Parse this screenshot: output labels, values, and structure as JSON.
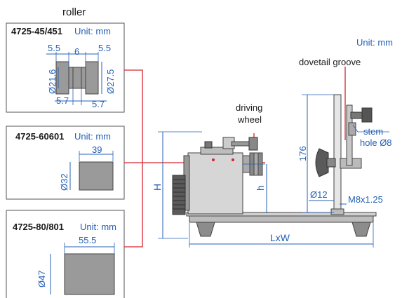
{
  "roller_title": "roller",
  "units": {
    "unit": "Unit: mm"
  },
  "box1": {
    "model": "4725-45/451",
    "unit": "Unit: mm",
    "dims": {
      "top_left": "5.5",
      "top_mid": "6",
      "top_right": "5.5",
      "left_dia": "Ø21.6",
      "right_dia": "Ø27.5",
      "bottom_left": "5.7",
      "bottom_right": "5.7"
    }
  },
  "box2": {
    "model": "4725-60601",
    "unit": "Unit: mm",
    "width": "39",
    "dia": "Ø32"
  },
  "box3": {
    "model": "4725-80/801",
    "unit": "Unit: mm",
    "width": "55.5",
    "dia": "Ø47"
  },
  "main": {
    "unit": "Unit: mm",
    "dovetail": "dovetail groove",
    "driving_line1": "driving",
    "driving_line2": "wheel",
    "stem": "stem",
    "hole": "hole Ø8",
    "height_176": "176",
    "dia_12": "Ø12",
    "thread": "M8x1.25",
    "H": "H",
    "h": "h",
    "LxW": "LxW"
  },
  "colors": {
    "dim_blue": "#2460b5",
    "red": "#d9232e",
    "grey": "#9a9a9a"
  }
}
